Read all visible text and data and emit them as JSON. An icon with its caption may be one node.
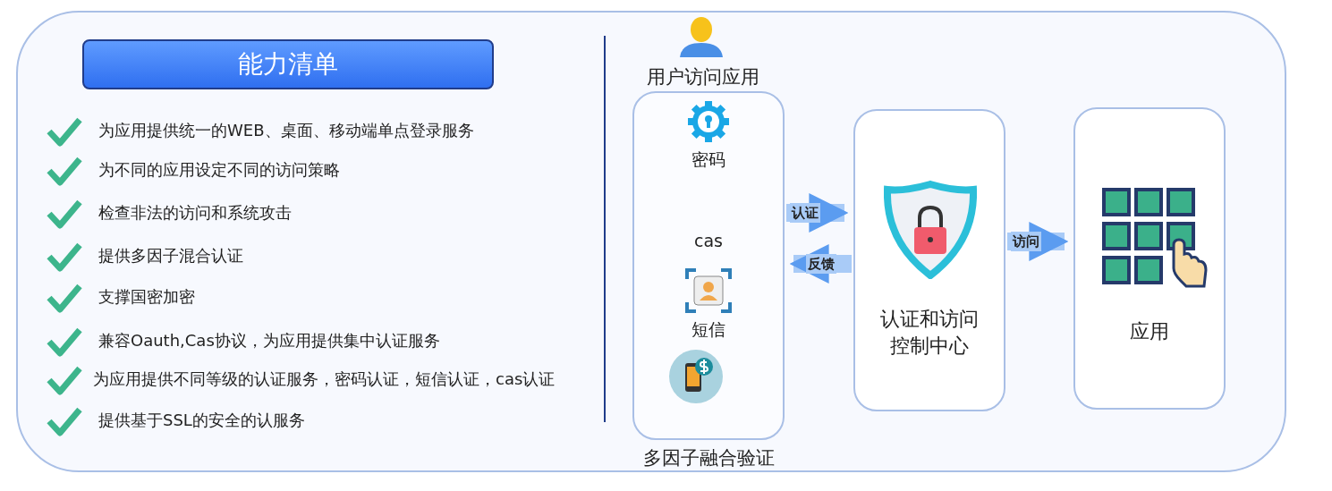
{
  "diagram": {
    "nodes": [
      {
        "text": [],
        "shape": "box"
      },
      {
        "text": [
          "能力清单"
        ],
        "in": 0
      },
      {
        "text": [
          "多因子融合验证"
        ],
        "in": 0
      },
      {
        "text": [
          "密码"
        ],
        "in": 2
      },
      {
        "text": [
          "cas"
        ],
        "in": 2
      },
      {
        "text": [
          "短信"
        ],
        "in": 2
      },
      {
        "text": [],
        "shape": "circle",
        "in": 2
      },
      {
        "text": [
          "认证和访问控制中心"
        ],
        "in": 0
      },
      {
        "text": [
          "应用"
        ],
        "in": 0
      }
    ],
    "edges": [
      {
        "from": 2,
        "to": 7,
        "arrow": "to",
        "label": "认证"
      },
      {
        "from": 7,
        "to": 2,
        "arrow": "to",
        "label": "反馈"
      },
      {
        "from": 7,
        "to": 8,
        "arrow": "to",
        "label": "访问"
      }
    ],
    "labels": [
      "为应用提供统一的WEB、桌面、移动端单点登录服务",
      "为不同的应用设定不同的访问策略",
      "检查非法的访问和系统攻击",
      "提供多因子混合认证",
      "支撑国密加密",
      "兼容Oauth,Cas协议，为应用提供集中认证服务",
      "为应用提供不同等级的认证服务，密码认证，短信认证，cas认证",
      "提供基于SSL的安全的认服务",
      "用户访问应用"
    ]
  }
}
